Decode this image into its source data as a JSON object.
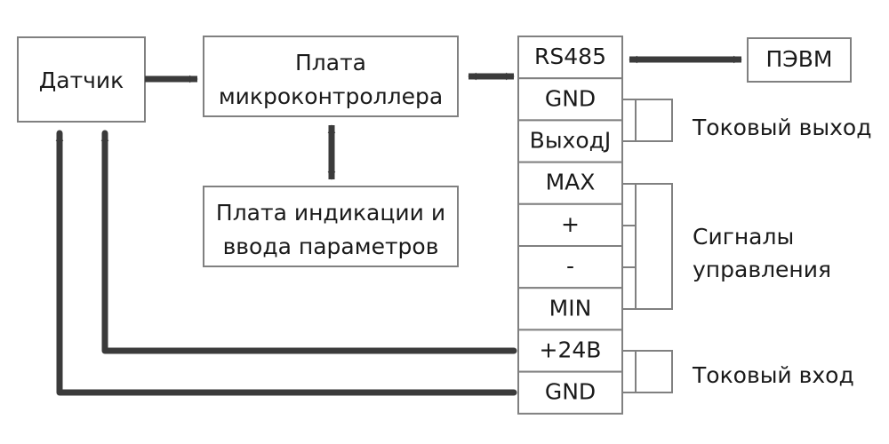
{
  "diagram": {
    "title": "Structural block diagram of measurement device",
    "colors": {
      "box_stroke": "#808080",
      "line": "#3b3b3b",
      "text": "#1a1a1a",
      "background": "#ffffff"
    },
    "blocks": [
      {
        "id": "sensor",
        "label": "Датчик"
      },
      {
        "id": "mcu_board",
        "label_line1": "Плата",
        "label_line2": "микроконтроллера"
      },
      {
        "id": "display_board",
        "label_line1": "Плата индикации и",
        "label_line2": "ввода параметров"
      },
      {
        "id": "pc",
        "label": "ПЭВМ"
      }
    ],
    "terminals": [
      {
        "id": "rs485",
        "label": "RS485"
      },
      {
        "id": "gnd_top",
        "label": "GND"
      },
      {
        "id": "current_out",
        "label": "ВыходJ"
      },
      {
        "id": "max",
        "label": "MAX"
      },
      {
        "id": "plus",
        "label": "+"
      },
      {
        "id": "minus",
        "label": "-"
      },
      {
        "id": "min",
        "label": "MIN"
      },
      {
        "id": "v24",
        "label": "+24В"
      },
      {
        "id": "gnd_bottom",
        "label": "GND"
      }
    ],
    "group_labels": [
      {
        "id": "current-output",
        "label": "Токовый выход"
      },
      {
        "id": "control-signals",
        "line1": "Сигналы",
        "line2": "управления"
      },
      {
        "id": "current-input",
        "label": "Токовый вход"
      }
    ],
    "connections": [
      {
        "id": "sensor-to-mcu",
        "type": "arrow-right"
      },
      {
        "id": "mcu-to-rs485",
        "type": "arrow-both-horizontal"
      },
      {
        "id": "rs485-to-pc",
        "type": "arrow-both-horizontal"
      },
      {
        "id": "mcu-to-display",
        "type": "arrow-both-vertical"
      },
      {
        "id": "v24-to-sensor",
        "type": "routed-wire-arrow-up"
      },
      {
        "id": "gnd-to-sensor",
        "type": "routed-wire-arrow-up"
      }
    ]
  }
}
